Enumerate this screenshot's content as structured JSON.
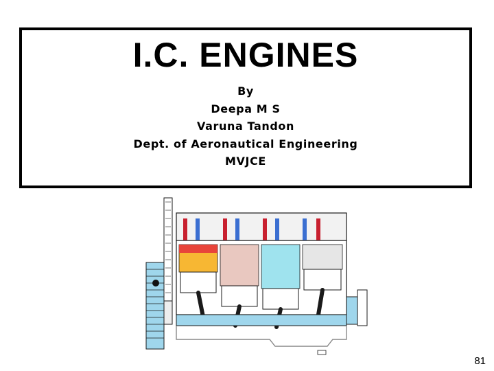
{
  "slide": {
    "title": "I.C. ENGINES",
    "byline": "By",
    "authors": [
      "Deepa M S",
      "Varuna Tandon"
    ],
    "department": "Dept. of Aeronautical Engineering",
    "institution": "MVJCE",
    "page_number": "81"
  },
  "illustration": {
    "subject": "engine-cutaway",
    "colors": {
      "outline": "#1a1a1a",
      "cool": "#9fd6ec",
      "hot": "#e8443a",
      "flame": "#f7b733",
      "valve": "#c8202f",
      "blue_valve": "#3b6fd1"
    }
  }
}
